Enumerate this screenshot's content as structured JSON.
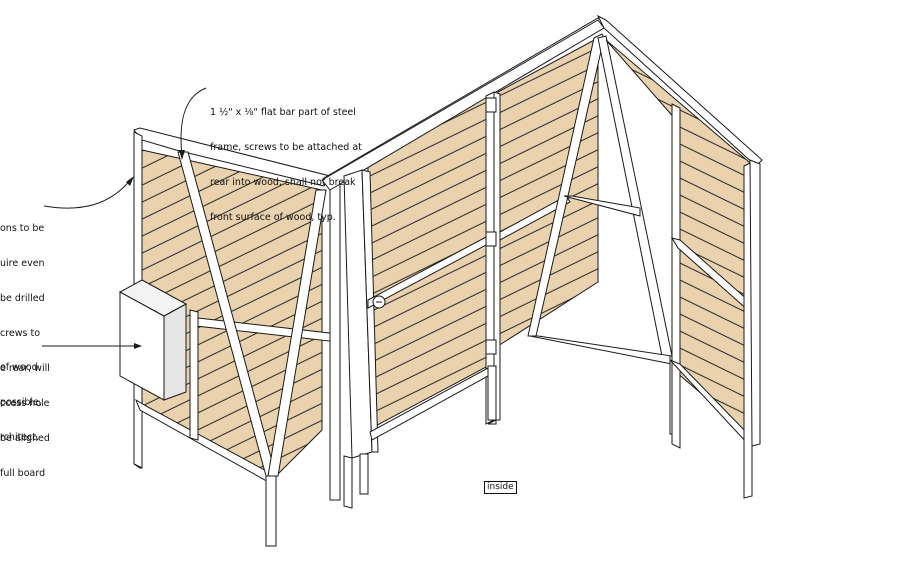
{
  "annotations": {
    "flat_bar_note": [
      "1 ½\" x ⅛\" flat bar part of steel",
      "frame, screws to be attached at",
      "rear into wood, shall not break",
      "front surface of wood, typ."
    ],
    "left_note_1": [
      "ons to be",
      "uire even",
      "be drilled",
      "crews to",
      "of wood.",
      "possible,",
      "rchitect."
    ],
    "left_note_2": [
      "e rear, will",
      "ccess hole",
      "be aligned",
      "full board"
    ],
    "inside_label": "inside"
  },
  "colors": {
    "wood": "#e9d2ad",
    "wood_shade": "#dcc094",
    "steel": "#ffffff",
    "line": "#1a1a1a"
  }
}
